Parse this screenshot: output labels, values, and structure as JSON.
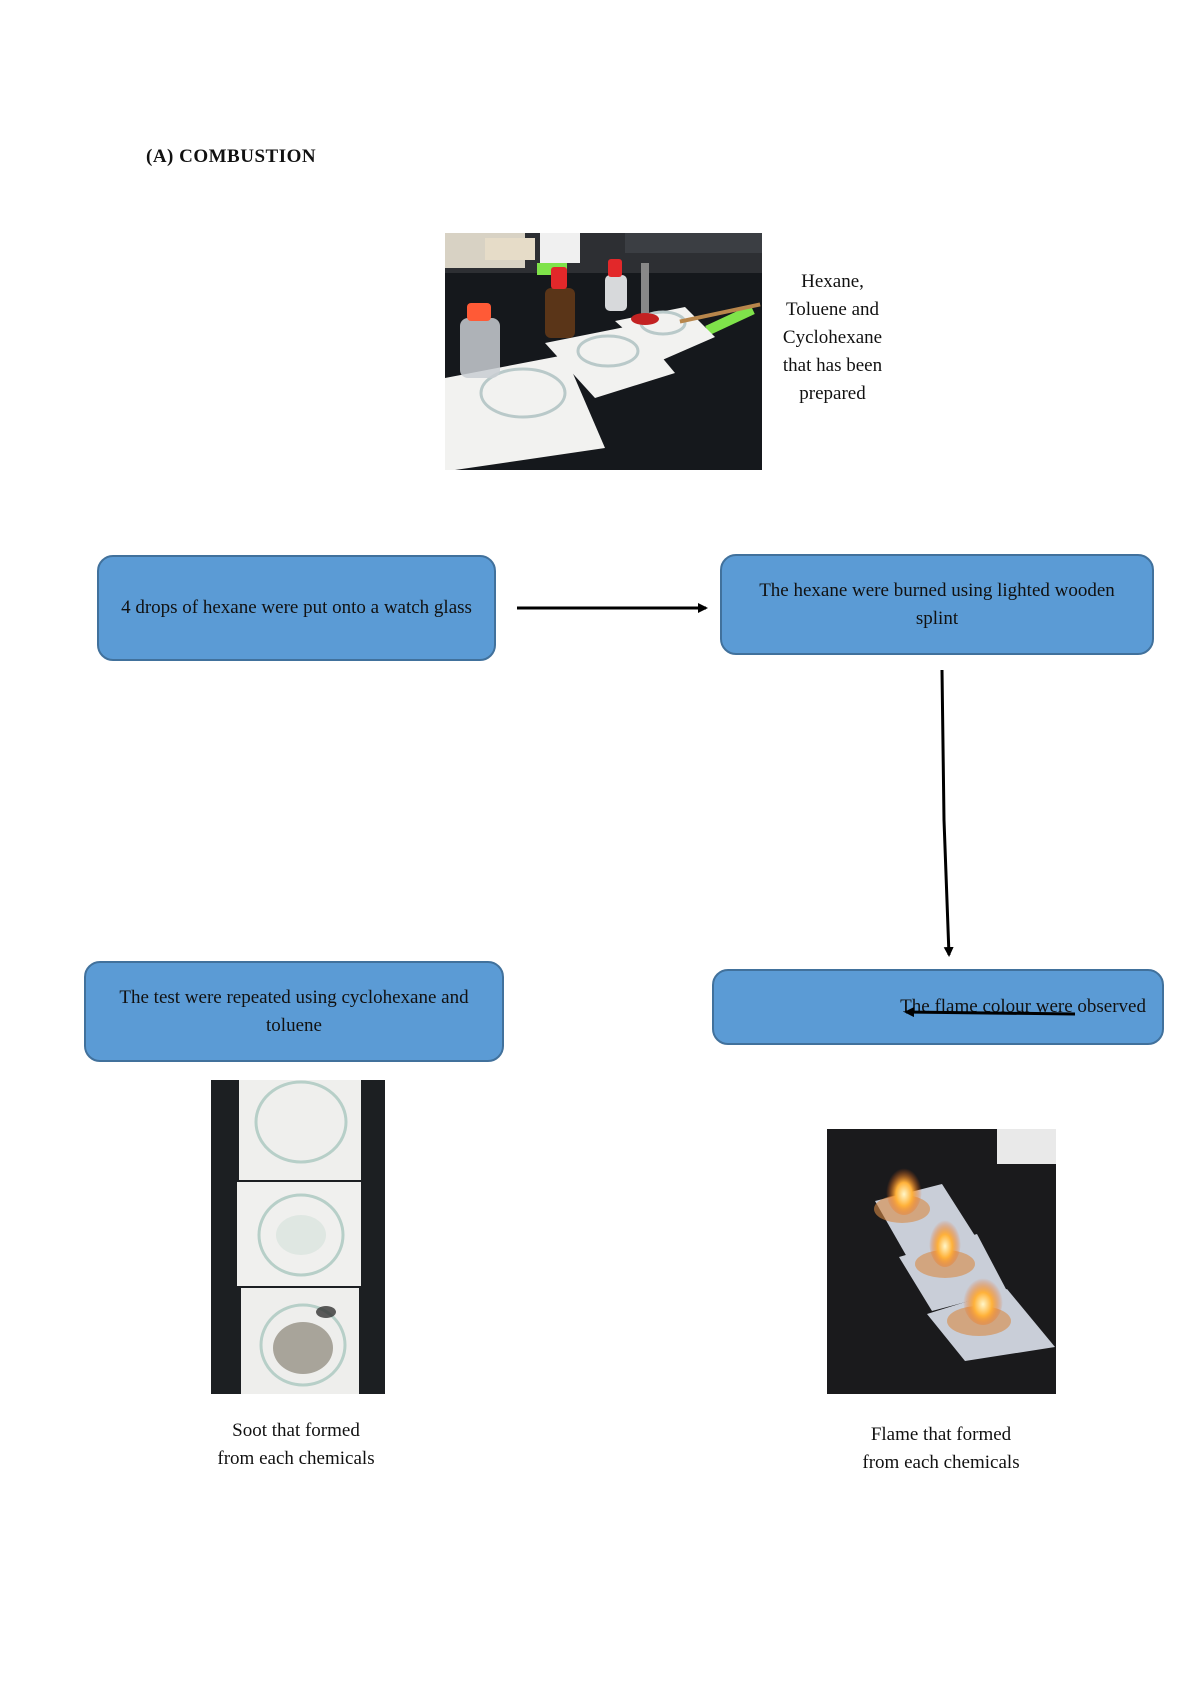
{
  "heading": "(A) COMBUSTION",
  "captions": {
    "prepared": [
      "Hexane,",
      "Toluene and",
      "Cyclohexane",
      "that has been",
      "prepared"
    ],
    "soot": [
      "Soot that formed",
      "from each chemicals"
    ],
    "flame": [
      "Flame that formed",
      "from each chemicals"
    ]
  },
  "steps": {
    "step1": "4 drops of hexane were put onto a watch glass",
    "step2": "The hexane were burned using lighted wooden splint",
    "step3": "The flame colour were observed",
    "step4": "The test were repeated using cyclohexane and toluene"
  },
  "colors": {
    "box_fill": "#5b9bd5",
    "box_border": "#41719c"
  }
}
